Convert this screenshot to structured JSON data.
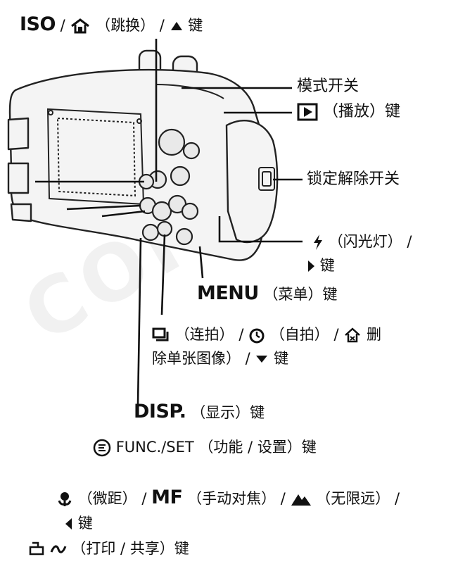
{
  "labels": {
    "iso": "ISO",
    "jump": "（跳换）",
    "up_key": "键",
    "mode_switch": "模式开关",
    "play_key": "（播放）键",
    "lock_release": "锁定解除开关",
    "flash": "（闪光灯）",
    "right_key": "键",
    "menu": "MENU",
    "menu_key": "（菜单）键",
    "continuous": "（连拍）",
    "self_timer": "（自拍）",
    "delete_line1": "删",
    "delete_line2": "除单张图像）",
    "down_key": "键",
    "disp": "DISP.",
    "disp_key": "（显示）键",
    "func": "FUNC./SET",
    "func_function": "（功能",
    "func_setting": "设置）键",
    "macro": "（微距）",
    "mf": "MF",
    "mf_text": "（手动对焦）",
    "infinity": "（无限远）",
    "left_key": "键",
    "print": "（打印",
    "share": "共享）键"
  },
  "icons": [
    "jump-icon",
    "up-arrow-icon",
    "play-icon",
    "flash-icon",
    "right-arrow-icon",
    "continuous-shot-icon",
    "self-timer-icon",
    "delete-icon",
    "down-arrow-icon",
    "func-set-icon",
    "macro-flower-icon",
    "mountain-icon",
    "left-arrow-icon",
    "print-icon",
    "share-icon"
  ],
  "colors": {
    "ink": "#111111",
    "housing_fill": "#f4f4f4",
    "housing_stroke": "#222222",
    "button_fill": "#e9e9e9"
  }
}
